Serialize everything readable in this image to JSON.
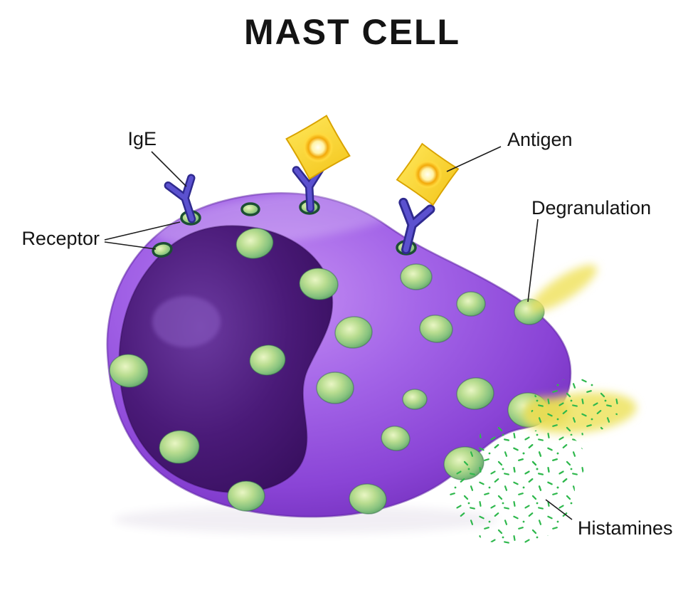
{
  "title": "MAST CELL",
  "labels": {
    "ige": "IgE",
    "antigen": "Antigen",
    "receptor": "Receptor",
    "degranulation": "Degranulation",
    "histamines": "Histamines"
  },
  "colors": {
    "background": "#ffffff",
    "cell": "#9b59e8",
    "cell_edge": "#6a2fb5",
    "nucleus": "#45156e",
    "granule": "#8cc98c",
    "receptor": "#5b51cf",
    "antigen": "#ffd21d",
    "histamine": "#2fb84d",
    "label_text": "#141414"
  }
}
